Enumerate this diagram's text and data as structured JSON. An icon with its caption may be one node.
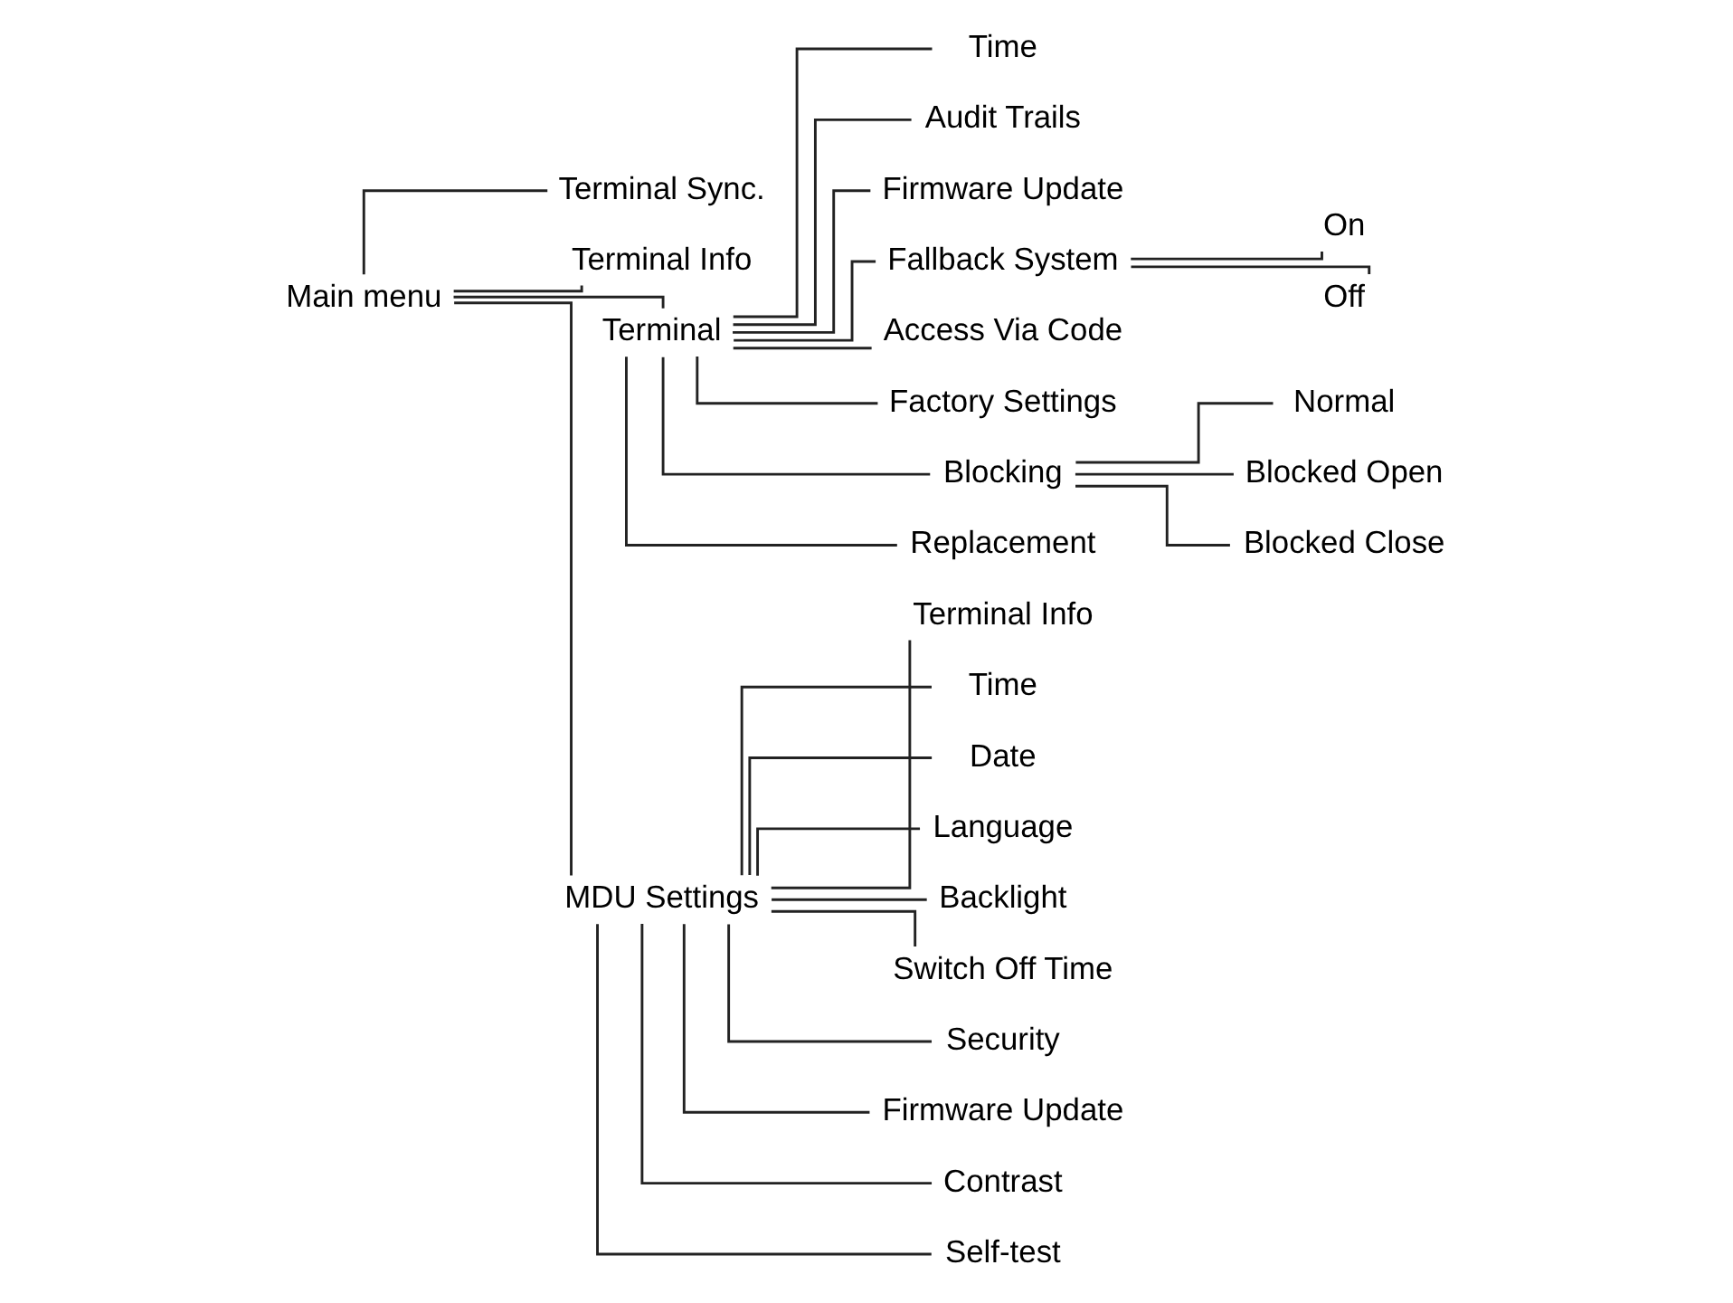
{
  "diagram": {
    "nodes": [
      {
        "text": [
          "Main menu"
        ]
      },
      {
        "text": [
          "Terminal Sync."
        ]
      },
      {
        "text": [
          "Terminal Info"
        ]
      },
      {
        "text": [
          "Terminal"
        ]
      },
      {
        "text": [
          "MDU Settings"
        ]
      },
      {
        "text": [
          "Time"
        ]
      },
      {
        "text": [
          "Audit Trails"
        ]
      },
      {
        "text": [
          "Firmware Update"
        ]
      },
      {
        "text": [
          "Fallback System"
        ]
      },
      {
        "text": [
          "On"
        ]
      },
      {
        "text": [
          "Off"
        ]
      },
      {
        "text": [
          "Access Via Code"
        ]
      },
      {
        "text": [
          "Factory Settings"
        ]
      },
      {
        "text": [
          "Blocking"
        ]
      },
      {
        "text": [
          "Normal"
        ]
      },
      {
        "text": [
          "Blocked Open"
        ]
      },
      {
        "text": [
          "Blocked Close"
        ]
      },
      {
        "text": [
          "Replacement"
        ]
      },
      {
        "text": [
          "Terminal Info"
        ]
      },
      {
        "text": [
          "Time"
        ]
      },
      {
        "text": [
          "Date"
        ]
      },
      {
        "text": [
          "Language"
        ]
      },
      {
        "text": [
          "Backlight"
        ]
      },
      {
        "text": [
          "Switch Off Time"
        ]
      },
      {
        "text": [
          "Security"
        ]
      },
      {
        "text": [
          "Firmware Update"
        ]
      },
      {
        "text": [
          "Contrast"
        ]
      },
      {
        "text": [
          "Self-test"
        ]
      }
    ],
    "edges": [
      {
        "from": 0,
        "to": 1,
        "arrow": "none"
      },
      {
        "from": 0,
        "to": 2,
        "arrow": "none"
      },
      {
        "from": 0,
        "to": 3,
        "arrow": "none"
      },
      {
        "from": 0,
        "to": 4,
        "arrow": "none"
      },
      {
        "from": 3,
        "to": 5,
        "arrow": "none"
      },
      {
        "from": 3,
        "to": 6,
        "arrow": "none"
      },
      {
        "from": 3,
        "to": 7,
        "arrow": "none"
      },
      {
        "from": 3,
        "to": 8,
        "arrow": "none"
      },
      {
        "from": 8,
        "to": 9,
        "arrow": "none"
      },
      {
        "from": 8,
        "to": 10,
        "arrow": "none"
      },
      {
        "from": 3,
        "to": 11,
        "arrow": "none"
      },
      {
        "from": 3,
        "to": 12,
        "arrow": "none"
      },
      {
        "from": 3,
        "to": 13,
        "arrow": "none"
      },
      {
        "from": 13,
        "to": 14,
        "arrow": "none"
      },
      {
        "from": 13,
        "to": 15,
        "arrow": "none"
      },
      {
        "from": 13,
        "to": 16,
        "arrow": "none"
      },
      {
        "from": 3,
        "to": 17,
        "arrow": "none"
      },
      {
        "from": 4,
        "to": 18,
        "arrow": "none"
      },
      {
        "from": 4,
        "to": 19,
        "arrow": "none"
      },
      {
        "from": 4,
        "to": 20,
        "arrow": "none"
      },
      {
        "from": 4,
        "to": 21,
        "arrow": "none"
      },
      {
        "from": 4,
        "to": 22,
        "arrow": "none"
      },
      {
        "from": 4,
        "to": 23,
        "arrow": "none"
      },
      {
        "from": 4,
        "to": 24,
        "arrow": "none"
      },
      {
        "from": 4,
        "to": 25,
        "arrow": "none"
      },
      {
        "from": 4,
        "to": 26,
        "arrow": "none"
      },
      {
        "from": 4,
        "to": 27,
        "arrow": "none"
      }
    ]
  }
}
